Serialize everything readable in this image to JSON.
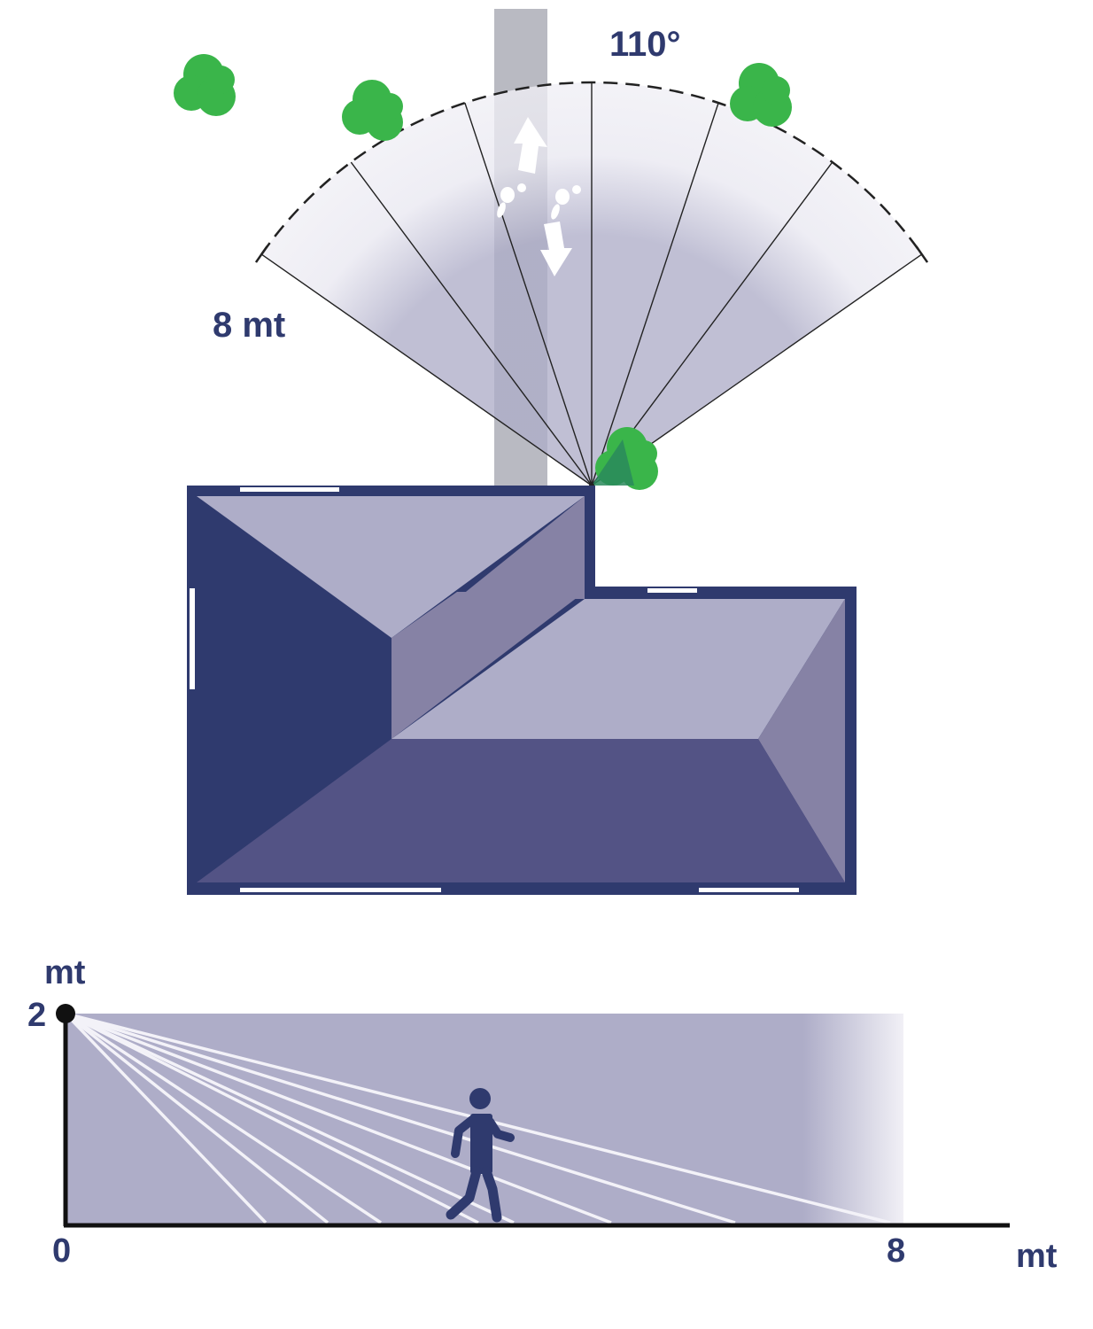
{
  "top_view": {
    "angle_label": "110°",
    "range_label": "8 mt",
    "detection_angle_deg": 110,
    "range_m": 8,
    "segment_count": 6
  },
  "side_view": {
    "y_unit_label": "mt",
    "y_max_label": "2",
    "origin_label": "0",
    "x_max_label": "8",
    "x_unit_label": "mt",
    "mount_height_m": 2,
    "range_m": 8
  },
  "colors": {
    "building_dark": "#2f3a6e",
    "roof_light": "#aeadc8",
    "roof_mid": "#8682a5",
    "roof_shade": "#535385",
    "zone": "#aeadc8",
    "street": "#b9bac2",
    "tree": "#3ab54a",
    "tree_dark": "#2a8a5c"
  }
}
